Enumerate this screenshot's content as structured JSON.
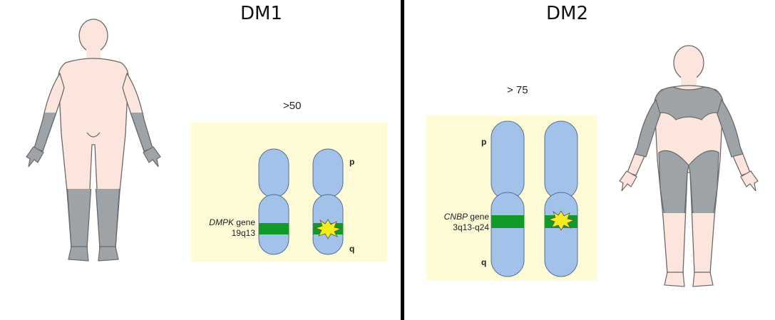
{
  "dm1": {
    "title": "DM1",
    "count": ">50",
    "arm_p": "p",
    "arm_q": "q",
    "gene_name": "DMPK",
    "gene_word": " gene",
    "locus": "19q13"
  },
  "dm2": {
    "title": "DM2",
    "count": "> 75",
    "arm_p": "p",
    "arm_q": "q",
    "gene_name": "CNBP",
    "gene_word": " gene",
    "locus": "3q13-q24"
  },
  "colors": {
    "skin": "#fce5dc",
    "affected": "#9ea3a8",
    "chromosome": "#a2c2ea",
    "band": "#119a2a",
    "mutation": "#f6ec1c",
    "box": "#fdfcd6"
  }
}
